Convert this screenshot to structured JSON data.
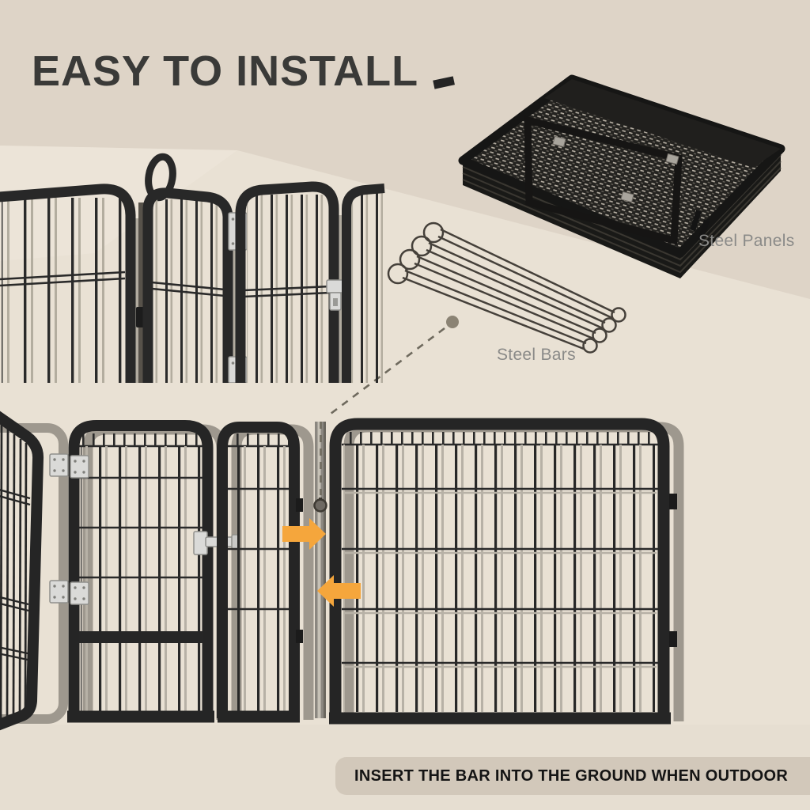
{
  "title": "EASY TO INSTALL",
  "labels": {
    "steel_panels": "Steel Panels",
    "steel_bars": "Steel Bars"
  },
  "footer": {
    "note": "INSERT THE BAR INTO THE GROUND WHEN OUTDOOR"
  },
  "colors": {
    "background": "#e9e1d4",
    "background_shade_top": "#ded4c7",
    "background_strip_bottom": "#e6ded1",
    "footer_box_bg": "#d2c8ba",
    "title_text": "#3a3a38",
    "label_text": "#8a8a88",
    "fence_frame_black": "#262626",
    "fence_shadow_gray": "#9e988e",
    "steel_bar_gray": "#8b8780",
    "hardware_silver": "#dadad8",
    "arrow_orange": "#f5a63c",
    "leader_line": "#6f6a5e"
  }
}
